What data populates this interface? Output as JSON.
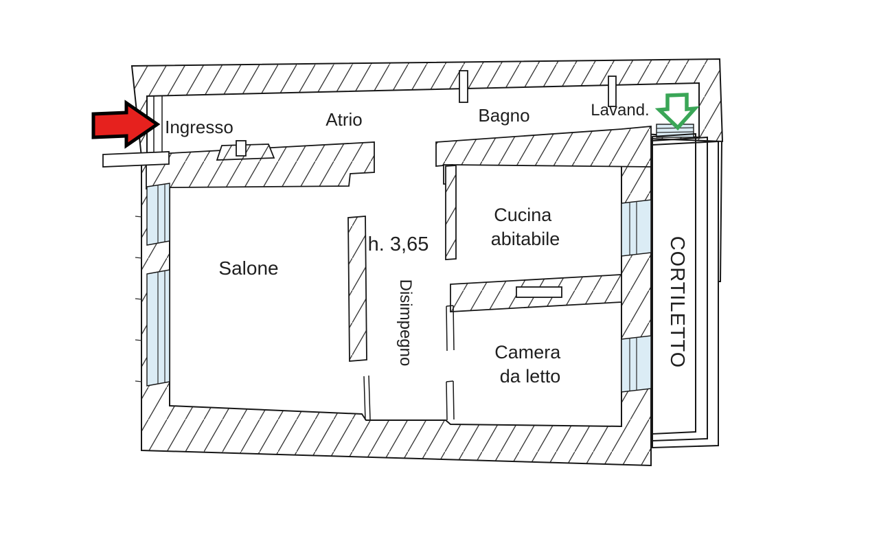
{
  "plan": {
    "language": "it",
    "rooms": {
      "ingresso": {
        "label": "Ingresso"
      },
      "atrio": {
        "label": "Atrio"
      },
      "bagno": {
        "label": "Bagno"
      },
      "lavanderia": {
        "label": "Lavand."
      },
      "salone": {
        "label": "Salone"
      },
      "disimpegno": {
        "label": "Disimpegno"
      },
      "cucina": {
        "line1": "Cucina",
        "line2": "abitabile"
      },
      "camera": {
        "line1": "Camera",
        "line2": "da letto"
      },
      "cortiletto": {
        "label": "CORTILETTO"
      }
    },
    "annotations": {
      "ceiling_height": "h. 3,65"
    },
    "arrows": {
      "entrance": {
        "direction": "right",
        "fill": "#e6211e",
        "outline": "#000000"
      },
      "courtyard": {
        "direction": "down",
        "stroke": "#3aa657",
        "fill": "#ffffff"
      }
    },
    "colors": {
      "background": "#ffffff",
      "wall_line": "#161616",
      "hatch_line": "#3a3a3a",
      "window_glass": "#dbecf5",
      "text": "#1f1f1f"
    }
  }
}
